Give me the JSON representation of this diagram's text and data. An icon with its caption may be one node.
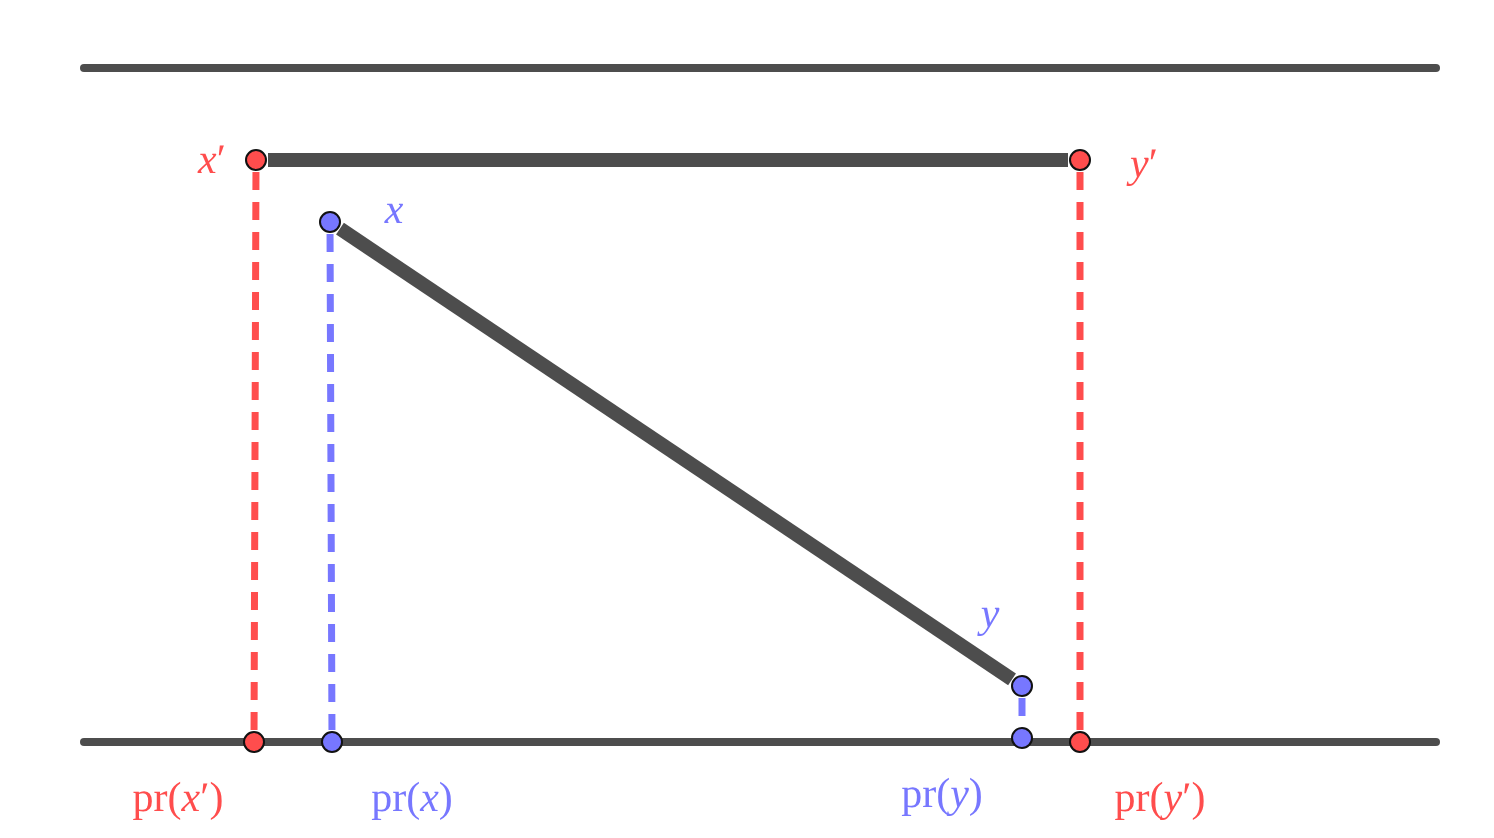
{
  "diagram": {
    "nodes": [
      {
        "text": [],
        "shape": "circle",
        "beside": [
          "*x*′"
        ]
      },
      {
        "text": [],
        "shape": "circle",
        "beside": [
          "*y*′"
        ]
      },
      {
        "text": [],
        "shape": "circle",
        "beside": [
          "*x*"
        ]
      },
      {
        "text": [],
        "shape": "circle",
        "beside": [
          "*y*"
        ]
      },
      {
        "text": [],
        "shape": "circle",
        "beside": [
          "pr(*x*′)"
        ]
      },
      {
        "text": [],
        "shape": "circle",
        "beside": [
          "pr(*x*)"
        ]
      },
      {
        "text": [],
        "shape": "circle",
        "beside": [
          "pr(*y*)"
        ]
      },
      {
        "text": [],
        "shape": "circle",
        "beside": [
          "pr(*y*′)"
        ]
      }
    ],
    "edges": [
      {
        "from": 0,
        "to": 1,
        "arrow": "none",
        "style": "thick"
      },
      {
        "from": 2,
        "to": 3,
        "arrow": "none",
        "style": "thick"
      },
      {
        "from": 0,
        "to": 4,
        "arrow": "none",
        "style": "dashed",
        "color": "#ff4d4d"
      },
      {
        "from": 2,
        "to": 5,
        "arrow": "none",
        "style": "dashed",
        "color": "#7777ff"
      },
      {
        "from": 3,
        "to": 6,
        "arrow": "none",
        "style": "dashed",
        "color": "#7777ff"
      },
      {
        "from": 1,
        "to": 7,
        "arrow": "none",
        "style": "dashed",
        "color": "#ff4d4d"
      }
    ]
  }
}
